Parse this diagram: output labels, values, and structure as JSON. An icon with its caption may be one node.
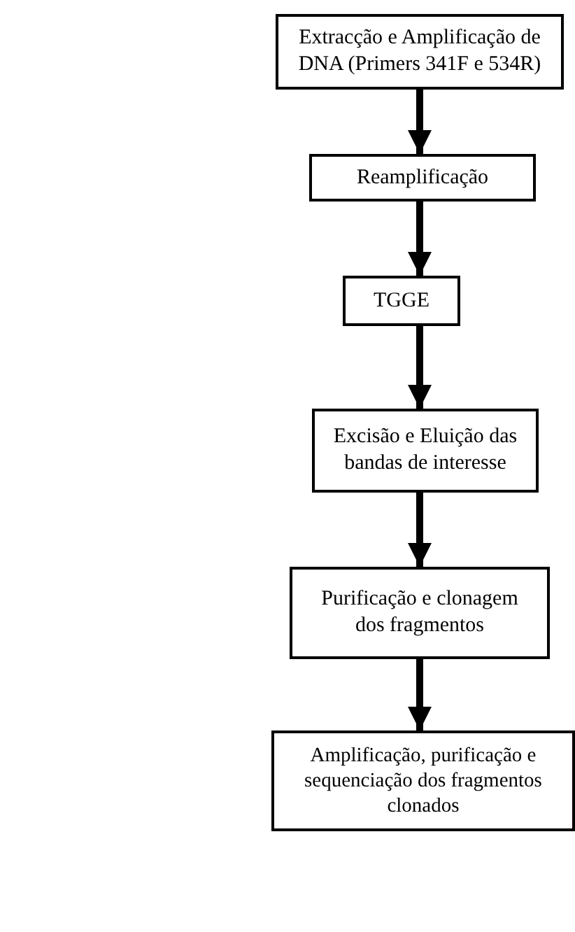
{
  "diagram": {
    "nodes": [
      {
        "text": [
          "Extracção e Amplificação de DNA (Primers 341F e 534R)"
        ]
      },
      {
        "text": [
          "Reamplificação"
        ]
      },
      {
        "text": [
          "TGGE"
        ]
      },
      {
        "text": [
          "Excisão e Eluição das bandas de interesse"
        ]
      },
      {
        "text": [
          "Purificação e clonagem dos fragmentos"
        ]
      },
      {
        "text": [
          "Amplificação, purificação e sequenciação dos fragmentos clonados"
        ]
      }
    ],
    "edges": [
      {
        "from": 0,
        "to": 1,
        "arrow": "to"
      },
      {
        "from": 1,
        "to": 2,
        "arrow": "to"
      },
      {
        "from": 2,
        "to": 3,
        "arrow": "to"
      },
      {
        "from": 3,
        "to": 4,
        "arrow": "to"
      },
      {
        "from": 4,
        "to": 5,
        "arrow": "to"
      }
    ]
  }
}
